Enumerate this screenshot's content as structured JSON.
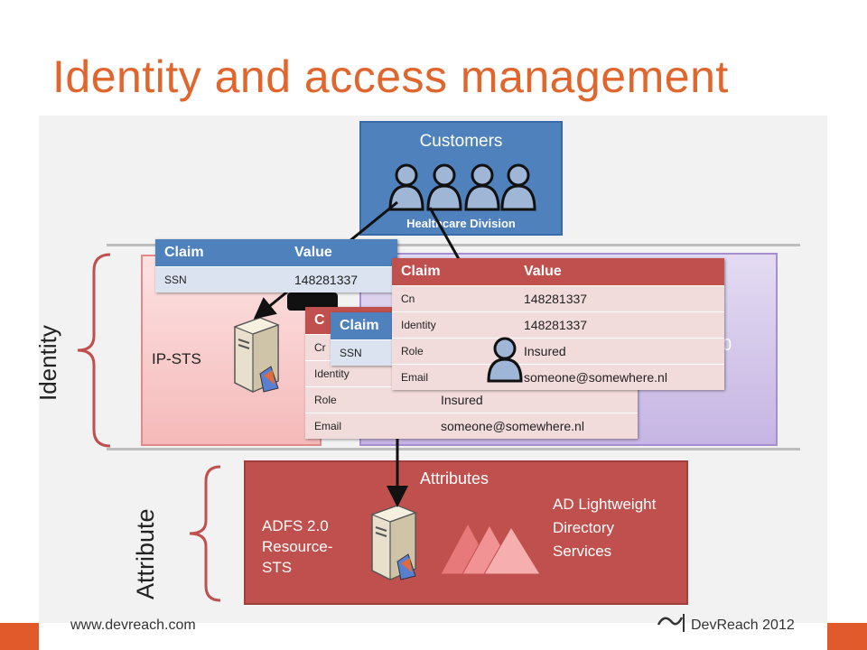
{
  "title": "Identity and access management",
  "footer": {
    "url": "www.devreach.com",
    "logo_text": "DevReach 2012"
  },
  "customers": {
    "label": "Customers",
    "sublabel": "Healthcare Division"
  },
  "identity_label": "Identity",
  "attribute_label": "Attribute",
  "ip_sts": {
    "label": "IP-STS"
  },
  "attributes_box": {
    "title": "Attributes",
    "resource_sts": "ADFS 2.0 Resource-STS",
    "ad_lds": "AD Lightweight Directory Services"
  },
  "claim_tables": {
    "ssn_table": {
      "headers": [
        "Claim",
        "Value"
      ],
      "rows": [
        {
          "claim": "SSN",
          "value": "148281337"
        }
      ]
    },
    "main_table": {
      "headers": [
        "Claim",
        "Value"
      ],
      "rows": [
        {
          "claim": "Cn",
          "value": "148281337"
        },
        {
          "claim": "Identity",
          "value": "148281337"
        },
        {
          "claim": "Role",
          "value": "Insured"
        },
        {
          "claim": "Email",
          "value": "someone@somewhere.nl"
        }
      ]
    },
    "back_table": {
      "rows": [
        {
          "claim": "Identity",
          "value": ""
        },
        {
          "claim": "Role",
          "value": "Insured"
        },
        {
          "claim": "Email",
          "value": "someone@somewhere.nl"
        }
      ]
    },
    "small_table": {
      "header": "Claim",
      "row": "SSN"
    }
  },
  "colors": {
    "title": "#e0662e",
    "blue": "#4f81bd",
    "red": "#c0504d",
    "purple": "#c6b5e3",
    "pink": "#f5b9b9"
  }
}
